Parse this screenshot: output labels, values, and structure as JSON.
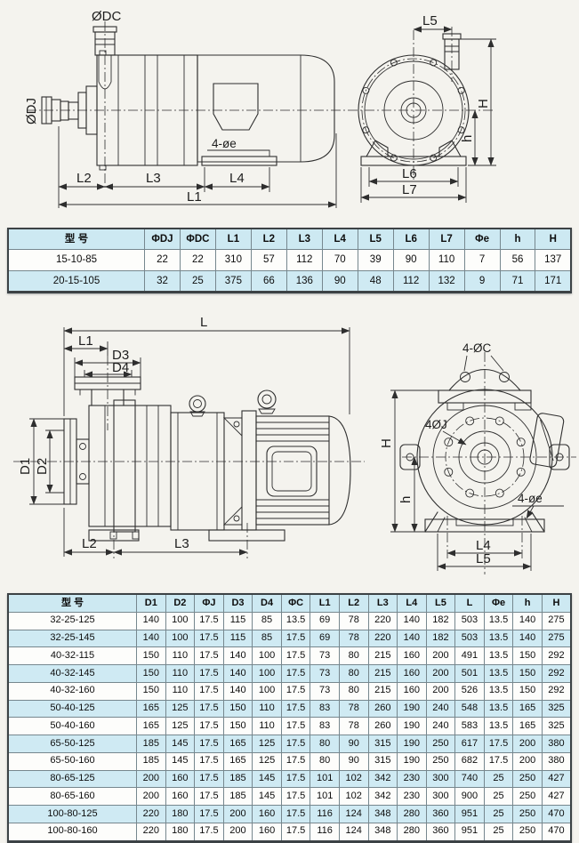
{
  "colors": {
    "page_bg": "#f4f3ee",
    "line": "#2e2e2e",
    "header_bg": "#cde9f2",
    "row_alt_bg": "#cfeaf3",
    "row_bg": "#fdfdfb",
    "border_outer": "#3c4245",
    "border_inner": "#76878e"
  },
  "drawing1": {
    "labels": {
      "odc": "ØDC",
      "odj": "ØDJ",
      "foot_holes": "4-øe",
      "l1": "L1",
      "l2": "L2",
      "l3": "L3",
      "l4": "L4",
      "l5": "L5",
      "l6": "L6",
      "l7": "L7",
      "h_total": "H",
      "h_base": "h"
    }
  },
  "table1": {
    "headers": [
      "型 号",
      "ΦDJ",
      "ΦDC",
      "L1",
      "L2",
      "L3",
      "L4",
      "L5",
      "L6",
      "L7",
      "Φe",
      "h",
      "H"
    ],
    "rows": [
      [
        "15-10-85",
        "22",
        "22",
        "310",
        "57",
        "112",
        "70",
        "39",
        "90",
        "110",
        "7",
        "56",
        "137"
      ],
      [
        "20-15-105",
        "32",
        "25",
        "375",
        "66",
        "136",
        "90",
        "48",
        "112",
        "132",
        "9",
        "71",
        "171"
      ]
    ]
  },
  "drawing2": {
    "labels": {
      "l": "L",
      "l1": "L1",
      "d3": "D3",
      "d4": "D4",
      "d1": "D1",
      "d2": "D2",
      "l2": "L2",
      "l3": "L3",
      "l4": "L4",
      "l5": "L5",
      "flange_holes": "4-ØC",
      "bolt_circle": "4ØJ",
      "h_total": "H",
      "h_base": "h",
      "foot_holes": "4-øe"
    }
  },
  "table2": {
    "headers": [
      "型 号",
      "D1",
      "D2",
      "ΦJ",
      "D3",
      "D4",
      "ΦC",
      "L1",
      "L2",
      "L3",
      "L4",
      "L5",
      "L",
      "Φe",
      "h",
      "H"
    ],
    "rows": [
      [
        "32-25-125",
        "140",
        "100",
        "17.5",
        "115",
        "85",
        "13.5",
        "69",
        "78",
        "220",
        "140",
        "182",
        "503",
        "13.5",
        "140",
        "275"
      ],
      [
        "32-25-145",
        "140",
        "100",
        "17.5",
        "115",
        "85",
        "17.5",
        "69",
        "78",
        "220",
        "140",
        "182",
        "503",
        "13.5",
        "140",
        "275"
      ],
      [
        "40-32-115",
        "150",
        "110",
        "17.5",
        "140",
        "100",
        "17.5",
        "73",
        "80",
        "215",
        "160",
        "200",
        "491",
        "13.5",
        "150",
        "292"
      ],
      [
        "40-32-145",
        "150",
        "110",
        "17.5",
        "140",
        "100",
        "17.5",
        "73",
        "80",
        "215",
        "160",
        "200",
        "501",
        "13.5",
        "150",
        "292"
      ],
      [
        "40-32-160",
        "150",
        "110",
        "17.5",
        "140",
        "100",
        "17.5",
        "73",
        "80",
        "215",
        "160",
        "200",
        "526",
        "13.5",
        "150",
        "292"
      ],
      [
        "50-40-125",
        "165",
        "125",
        "17.5",
        "150",
        "110",
        "17.5",
        "83",
        "78",
        "260",
        "190",
        "240",
        "548",
        "13.5",
        "165",
        "325"
      ],
      [
        "50-40-160",
        "165",
        "125",
        "17.5",
        "150",
        "110",
        "17.5",
        "83",
        "78",
        "260",
        "190",
        "240",
        "583",
        "13.5",
        "165",
        "325"
      ],
      [
        "65-50-125",
        "185",
        "145",
        "17.5",
        "165",
        "125",
        "17.5",
        "80",
        "90",
        "315",
        "190",
        "250",
        "617",
        "17.5",
        "200",
        "380"
      ],
      [
        "65-50-160",
        "185",
        "145",
        "17.5",
        "165",
        "125",
        "17.5",
        "80",
        "90",
        "315",
        "190",
        "250",
        "682",
        "17.5",
        "200",
        "380"
      ],
      [
        "80-65-125",
        "200",
        "160",
        "17.5",
        "185",
        "145",
        "17.5",
        "101",
        "102",
        "342",
        "230",
        "300",
        "740",
        "25",
        "250",
        "427"
      ],
      [
        "80-65-160",
        "200",
        "160",
        "17.5",
        "185",
        "145",
        "17.5",
        "101",
        "102",
        "342",
        "230",
        "300",
        "900",
        "25",
        "250",
        "427"
      ],
      [
        "100-80-125",
        "220",
        "180",
        "17.5",
        "200",
        "160",
        "17.5",
        "116",
        "124",
        "348",
        "280",
        "360",
        "951",
        "25",
        "250",
        "470"
      ],
      [
        "100-80-160",
        "220",
        "180",
        "17.5",
        "200",
        "160",
        "17.5",
        "116",
        "124",
        "348",
        "280",
        "360",
        "951",
        "25",
        "250",
        "470"
      ]
    ]
  }
}
